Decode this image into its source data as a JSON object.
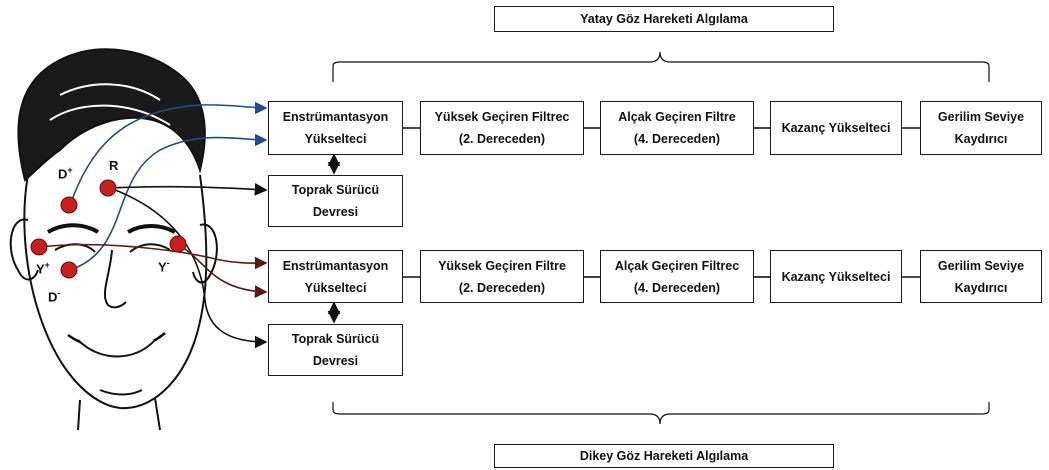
{
  "titles": {
    "horizontal": "Yatay Göz Hareketi Algılama",
    "vertical": "Dikey Göz Hareketi Algılama"
  },
  "top_row": [
    {
      "line1": "Enstrümantasyon",
      "line2": "Yükselteci"
    },
    {
      "line1": "Yüksek Geçiren Filtrec",
      "line2": "(2. Dereceden)"
    },
    {
      "line1": "Alçak Geçiren Filtre",
      "line2": "(4. Dereceden)"
    },
    {
      "line1": "Kazanç Yükselteci",
      "line2": ""
    },
    {
      "line1": "Gerilim Seviye",
      "line2": "Kaydırıcı"
    }
  ],
  "bottom_row": [
    {
      "line1": "Enstrümantasyon",
      "line2": "Yükselteci"
    },
    {
      "line1": "Yüksek Geçiren Filtre",
      "line2": "(2. Dereceden)"
    },
    {
      "line1": "Alçak Geçiren Filtrec",
      "line2": "(4. Dereceden)"
    },
    {
      "line1": "Kazanç Yükselteci",
      "line2": ""
    },
    {
      "line1": "Gerilim Seviye",
      "line2": "Kaydırıcı"
    }
  ],
  "ground_top": {
    "line1": "Toprak Sürücü",
    "line2": "Devresi"
  },
  "ground_bottom": {
    "line1": "Toprak Sürücü",
    "line2": "Devresi"
  },
  "electrodes": {
    "d_plus": {
      "base": "D",
      "sup": "+"
    },
    "r": {
      "base": "R",
      "sup": ""
    },
    "y_plus": {
      "base": "Y",
      "sup": "+"
    },
    "d_minus": {
      "base": "D",
      "sup": "-"
    },
    "y_minus": {
      "base": "Y",
      "sup": "-"
    }
  },
  "colors": {
    "electrode": "#c8201e",
    "vertical_wire": "#1f4e8c",
    "horizontal_wire": "#5a1a12",
    "ground_wire": "#111111"
  }
}
